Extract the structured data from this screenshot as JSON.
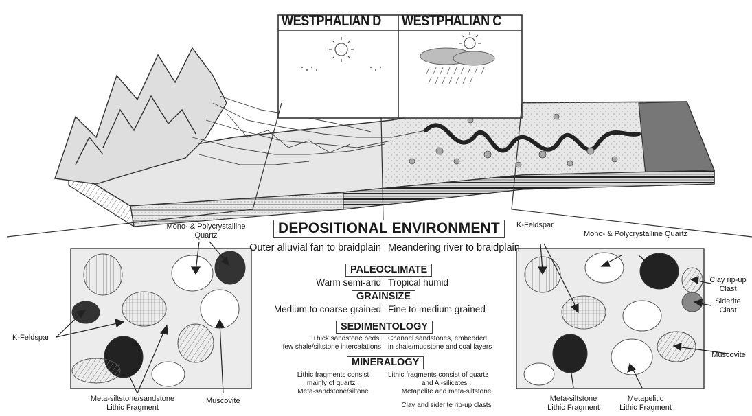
{
  "periods": {
    "left": "WESTPHALIAN D",
    "right": "WESTPHALIAN C"
  },
  "sections": {
    "depositional": {
      "title": "DEPOSITIONAL ENVIRONMENT",
      "left": "Outer alluvial fan to braidplain",
      "right": "Meandering river to braidplain"
    },
    "paleoclimate": {
      "title": "PALEOCLIMATE",
      "left": "Warm semi-arid",
      "right": "Tropical humid"
    },
    "grainsize": {
      "title": "GRAINSIZE",
      "left": "Medium to coarse grained",
      "right": "Fine to medium grained"
    },
    "sedimentology": {
      "title": "SEDIMENTOLOGY",
      "left_line1": "Thick sandstone beds,",
      "left_line2": "few shale/siltstone intercalations",
      "right_line1": "Channel sandstones, embedded",
      "right_line2": "in shale/mudstone and coal layers"
    },
    "mineralogy": {
      "title": "MINERALOGY",
      "left_line1": "Lithic fragments consist",
      "left_line2": "mainly of quartz :",
      "left_line3": "Meta-sandstone/siltone",
      "right_line1": "Lithic fragments consist of quartz",
      "right_line2": "and Al-silicates :",
      "right_line3": "Metapelite and meta-siltstone",
      "right_line4": "Clay and siderite rip-up clasts"
    }
  },
  "left_labels": {
    "quartz_1": "Mono- & Polycrystalline",
    "quartz_2": "Quartz",
    "kfeldspar": "K-Feldspar",
    "meta_1": "Meta-siltstone/sandstone",
    "meta_2": "Lithic Fragment",
    "muscovite": "Muscovite"
  },
  "right_labels": {
    "kfeldspar": "K-Feldspar",
    "quartz": "Mono- & Polycrystalline Quartz",
    "clay_1": "Clay rip-up",
    "clay_2": "Clast",
    "siderite_1": "Siderite",
    "siderite_2": "Clast",
    "muscovite": "Muscovite",
    "meta_1": "Meta-siltstone",
    "meta_2": "Lithic Fragment",
    "metapel_1": "Metapelitic",
    "metapel_2": "Lithic Fragment"
  }
}
